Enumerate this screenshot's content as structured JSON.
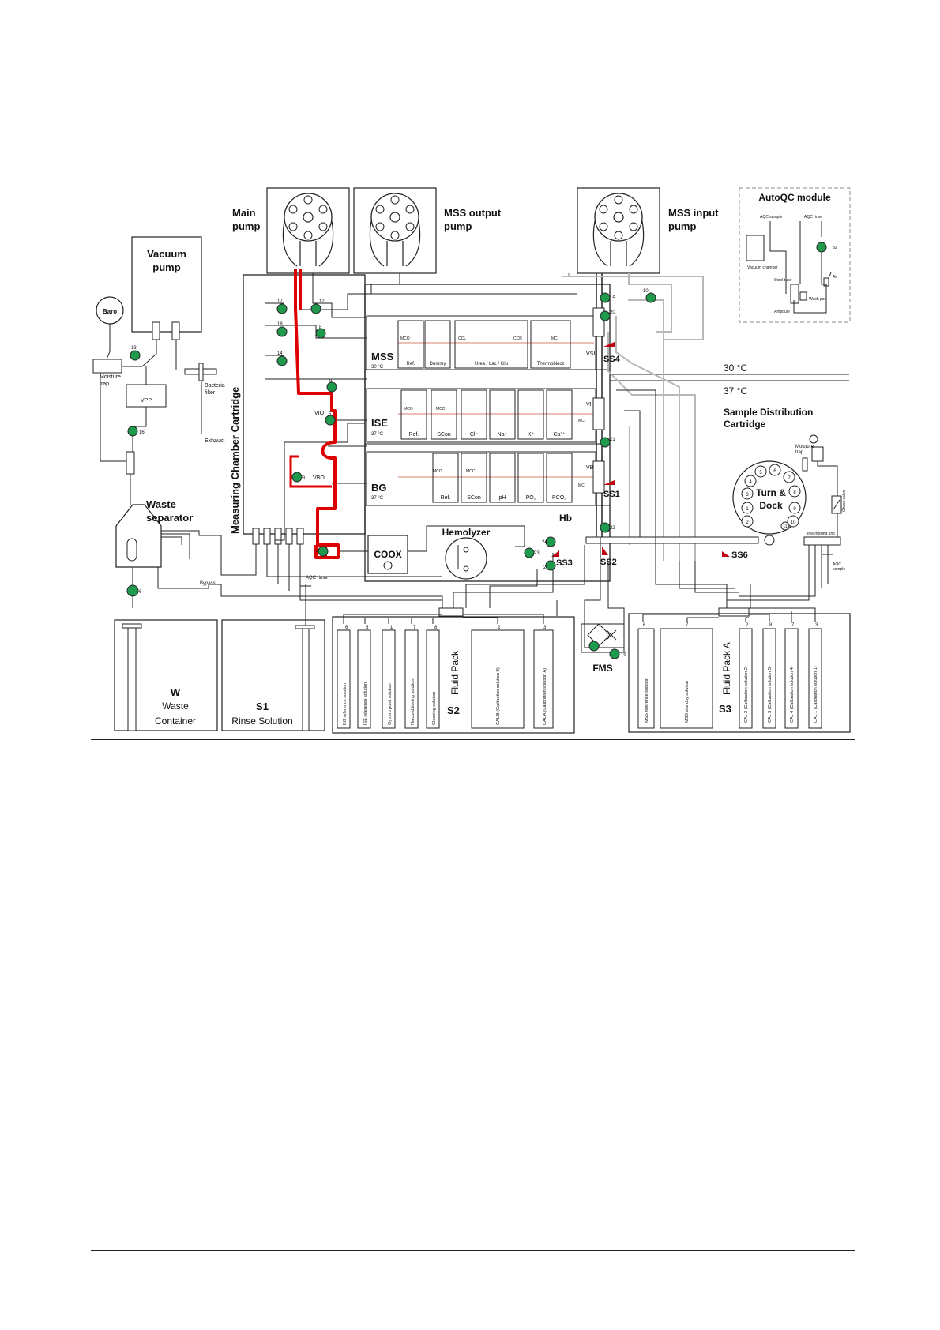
{
  "pumps": {
    "main": [
      "Main",
      "pump"
    ],
    "mss_output": [
      "MSS output",
      "pump"
    ],
    "mss_input": [
      "MSS input",
      "pump"
    ],
    "vacuum": [
      "Vacuum",
      "pump"
    ]
  },
  "components": {
    "baro": "Baro",
    "moisture_trap": [
      "Moisture",
      "trap"
    ],
    "vpp": "VPP",
    "bacteria_filter": [
      "Bacteria",
      "filter"
    ],
    "exhaust": "Exhaust",
    "waste_separator": [
      "Waste",
      "separator"
    ],
    "bypass": "Bypass",
    "aqc_rinse": "AQC rinse",
    "measuring_chamber_cartridge": "Measuring Chamber Cartridge",
    "sample_distribution_cartridge": [
      "Sample Distribution",
      "Cartridge"
    ],
    "coox": "COOX",
    "hemolyzer": "Hemolyzer",
    "hb": "Hb",
    "fms": "FMS",
    "turn_dock": [
      "Turn &",
      "Dock"
    ],
    "check_valve": "Check valve",
    "aqc_sample": [
      "AQC",
      "sample"
    ],
    "inlet_label": "Inlet/mixing unit"
  },
  "sensors": {
    "mss": {
      "name": "MSS",
      "temp": "30 °C",
      "cells": [
        "Ref.",
        "Dummy",
        "Urea / Lac / Glu",
        "Thermoblock"
      ],
      "tags": [
        "MCO",
        "CCL",
        "CCR",
        "MCI"
      ]
    },
    "ise": {
      "name": "ISE",
      "temp": "37 °C",
      "cells": [
        "Ref.",
        "SCon",
        "Cl⁻",
        "Na⁺",
        "K⁺",
        "Ca²⁺"
      ],
      "tags": [
        "MCO",
        "MCC",
        "MCI"
      ]
    },
    "bg": {
      "name": "BG",
      "temp": "37 °C",
      "cells": [
        "Ref.",
        "SCon",
        "pH",
        "PO₂",
        "PCO₂"
      ],
      "tags": [
        "MCO",
        "MCC",
        "MCI"
      ]
    }
  },
  "temperatures": [
    "30 °C",
    "37 °C"
  ],
  "valves": {
    "vsi": "VSI",
    "vii": "VII",
    "vbi": "VBI",
    "vio": "VIO",
    "vbo": "VBO",
    "ss": [
      "SS4",
      "SS1",
      "SS3",
      "SS2",
      "SS6"
    ]
  },
  "autoqc": {
    "title": "AutoQC module",
    "labels": [
      "AQC sample",
      "AQC rinse",
      "Vacuum chamber",
      "Steel tube",
      "Ampoule",
      "Wash port",
      "Air",
      "32"
    ]
  },
  "containers": {
    "waste": {
      "code": "W",
      "line1": "Waste",
      "line2": "Container"
    },
    "rinse": {
      "code": "S1",
      "line1": "Rinse Solution"
    },
    "fluid_pack": {
      "title": "Fluid Pack",
      "code": "S2",
      "slots": [
        {
          "num": "6",
          "label": "BG reference solution"
        },
        {
          "num": "5",
          "label": "ISE reference solution"
        },
        {
          "num": "1",
          "label": "O₂ zero point solution"
        },
        {
          "num": "7",
          "label": "Na conditioning solution"
        },
        {
          "num": "8",
          "label": "Cleaning solution"
        },
        {
          "num": "2",
          "label": "CAL B (Calibration solution B)"
        },
        {
          "num": "3",
          "label": "CAL A (Calibration solution A)"
        }
      ]
    },
    "fluid_pack_a": {
      "title": "Fluid Pack A",
      "code": "S3",
      "slots": [
        {
          "num": "6",
          "label": "MSS reference solution"
        },
        {
          "num": "7",
          "label": "MSS standby solution"
        },
        {
          "num": "2",
          "label": "CAL 2 (Calibration solution 2)"
        },
        {
          "num": "8",
          "label": "CAL 3 (Calibration solution 3)"
        },
        {
          "num": "7",
          "label": "CAL 4 (Calibration solution 4)"
        },
        {
          "num": "3",
          "label": "CAL 1 (Calibration solution 1)"
        }
      ]
    }
  },
  "pinch_numbers": [
    "17",
    "18",
    "14",
    "13",
    "16",
    "12",
    "8",
    "9",
    "5",
    "3",
    "4",
    "1",
    "15",
    "20",
    "10",
    "21",
    "22",
    "24",
    "23",
    "2",
    "19",
    "6"
  ],
  "dock_numbers": [
    "1",
    "2",
    "3",
    "4",
    "5",
    "6",
    "7",
    "8",
    "9",
    "10",
    "11"
  ],
  "colors": {
    "valve": "#1f9a4c",
    "path": "#dd0000",
    "sensor_line": "#d9826c",
    "grey_tube": "#b8b8b8"
  }
}
